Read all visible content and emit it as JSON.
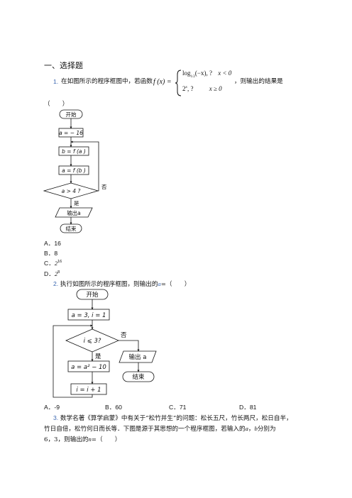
{
  "section_title": "一、选择题",
  "q1": {
    "number": "1.",
    "stem_before": "在如图所示的程序框图中，若函数",
    "func": "f (x) =",
    "case1": "log",
    "case1_base": "1/2",
    "case1_arg": "(−x), ?",
    "case1_cond": "x < 0",
    "case2": "2",
    "case2_exp": "x",
    "case2_tail": ", ?",
    "case2_cond": "x ≥ 0",
    "stem_after": "，则输出的结果是",
    "paren": "（　　）",
    "flow": {
      "start": "开始",
      "init": "a = − 16",
      "step1": "b = f (a )",
      "step2": "a = f (b )",
      "cond": "a > 4 ?",
      "no": "否",
      "yes": "是",
      "output": "输出a",
      "end": "结束"
    },
    "options": [
      {
        "label": "A．",
        "value": "16"
      },
      {
        "label": "B．",
        "value": "8"
      },
      {
        "label": "C．",
        "value": "2",
        "exp": "16"
      },
      {
        "label": "D．",
        "value": "2",
        "exp": "8"
      }
    ]
  },
  "q2": {
    "number": "2.",
    "stem_before": "执行如图所示的程序框图，则输出的",
    "var": "a",
    "stem_after": "=（　　）",
    "flow": {
      "start": "开始",
      "init": "a = 3, i = 1",
      "cond": "i ⩽ 3?",
      "no": "否",
      "yes": "是",
      "output": "输出 a",
      "assign": "a = a² − 10",
      "end": "结束",
      "incr": "i = i + 1"
    },
    "options": [
      {
        "label": "A．",
        "value": "-9"
      },
      {
        "label": "B．",
        "value": "60"
      },
      {
        "label": "C．",
        "value": "71"
      },
      {
        "label": "D．",
        "value": "81"
      }
    ]
  },
  "q3": {
    "number": "3.",
    "line1": "数学名著《算学启蒙》中有关于“松竹并生”的问题：松长五尺，竹长两尺，松日自半，",
    "line2_before": "竹日自倍，松竹何日而长等．下图是源于其思想的一个程序框图，若输入的",
    "var_a": "a",
    "sep": "，",
    "var_b": "b",
    "line2_after": "分别为",
    "line3_before": "6，3，则输出的",
    "var_n": "n",
    "line3_after": "=（　　）"
  }
}
